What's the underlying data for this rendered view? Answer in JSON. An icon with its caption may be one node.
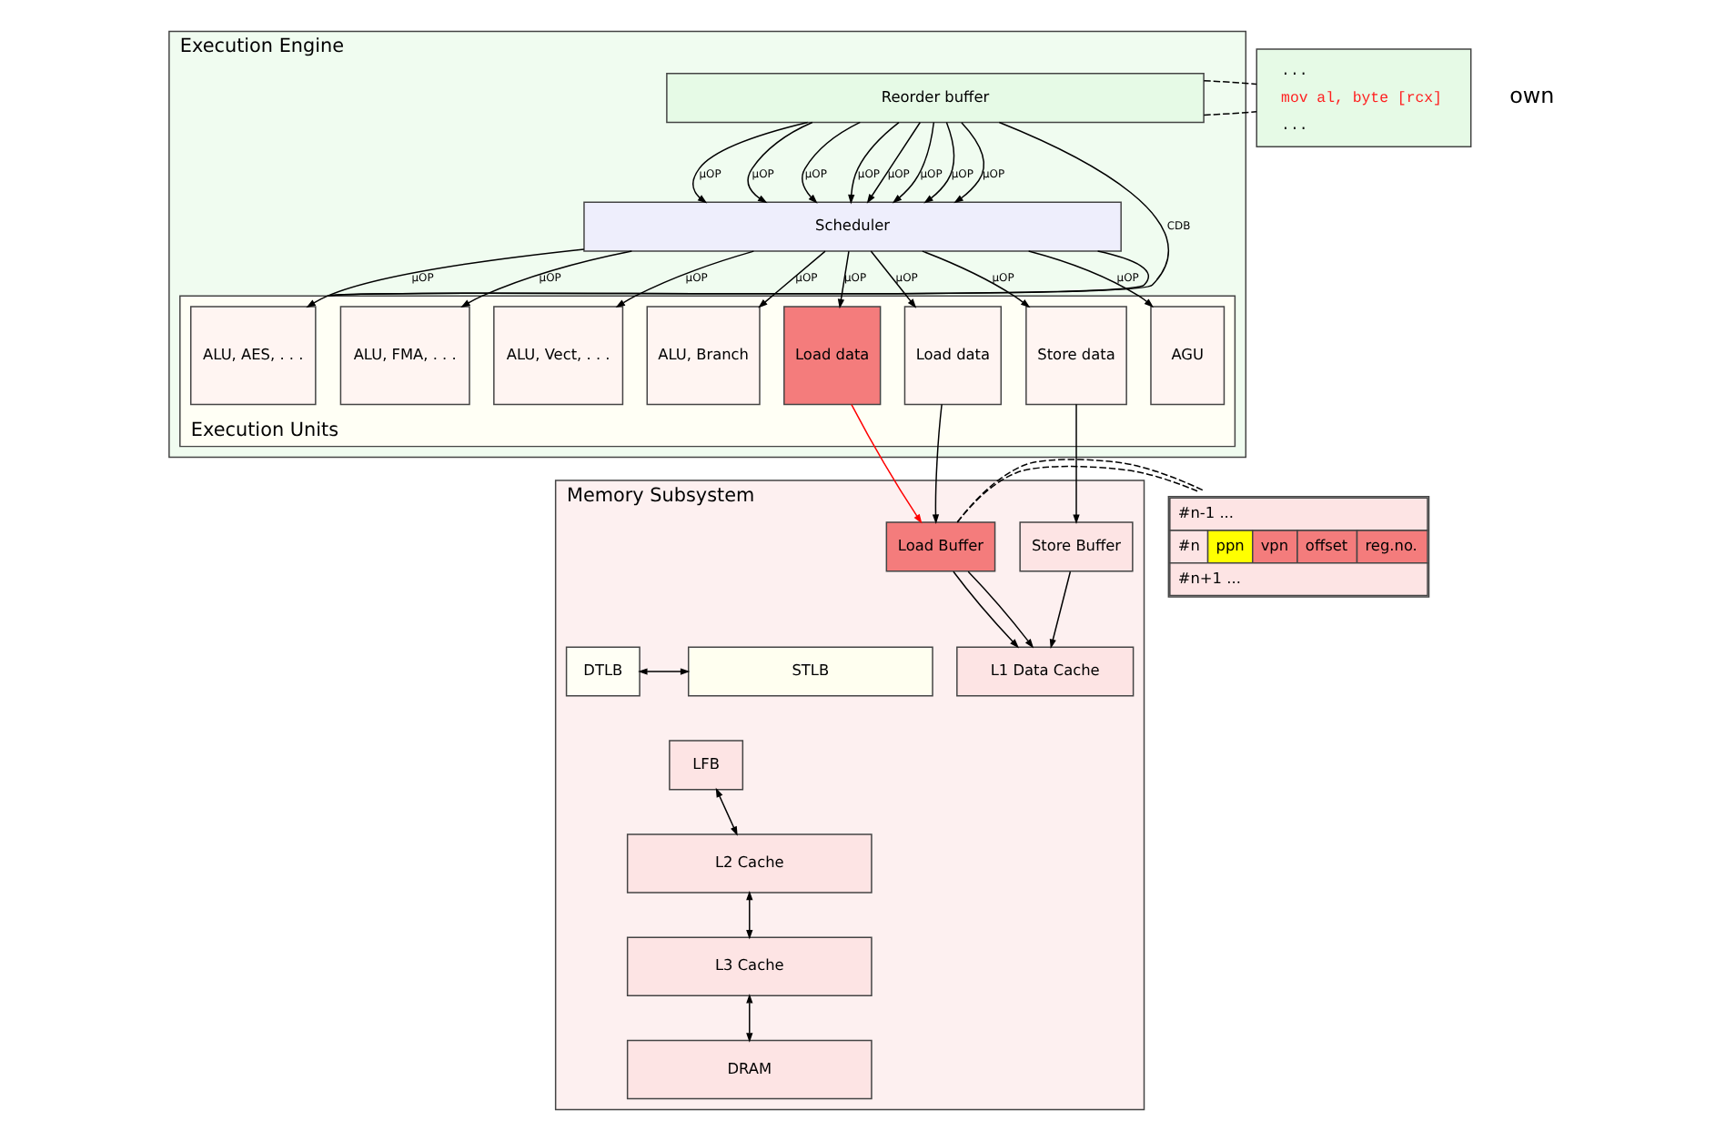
{
  "diagram": {
    "nodes": [
      {
        "text": [
          "Execution Engine"
        ]
      },
      {
        "text": [
          "Reorder buffer"
        ],
        "in": 0
      },
      {
        "text": [
          "Scheduler"
        ],
        "in": 0
      },
      {
        "text": [
          "Execution Units"
        ],
        "in": 0
      },
      {
        "text": [
          "ALU, AES, . . ."
        ],
        "in": 3
      },
      {
        "text": [
          "ALU, FMA, . . ."
        ],
        "in": 3
      },
      {
        "text": [
          "ALU, Vect, . . ."
        ],
        "in": 3
      },
      {
        "text": [
          "ALU, Branch"
        ],
        "in": 3
      },
      {
        "text": [
          "Load data"
        ],
        "in": 3
      },
      {
        "text": [
          "Load data"
        ],
        "in": 3
      },
      {
        "text": [
          "Store data"
        ],
        "in": 3
      },
      {
        "text": [
          "AGU"
        ],
        "in": 3
      },
      {
        "text": [
          "Memory Subsystem"
        ]
      },
      {
        "text": [
          "Load Buffer"
        ],
        "in": 12
      },
      {
        "text": [
          "Store Buffer"
        ],
        "in": 12
      },
      {
        "text": [
          "L1 Data Cache"
        ],
        "in": 12
      },
      {
        "text": [
          "DTLB"
        ],
        "in": 12
      },
      {
        "text": [
          "LFB"
        ],
        "in": 12
      },
      {
        "text": [
          "STLB"
        ],
        "in": 12
      },
      {
        "text": [
          "L2 Cache"
        ],
        "in": 12
      },
      {
        "text": [
          "L3 Cache"
        ],
        "in": 12
      },
      {
        "text": [
          "DRAM"
        ],
        "in": 12
      },
      {
        "text": [
          "...",
          "mov al, byte [rcx]",
          "..."
        ]
      },
      {
        "text": [
          "#n-1 ...",
          "#n",
          "ppn",
          "vpn",
          "offset",
          "reg.no.",
          "#n+1 ..."
        ]
      }
    ],
    "edges": [
      {
        "from": 3,
        "to": 1,
        "arrow": "none",
        "label": "CDB"
      },
      {
        "from": 3,
        "to": 2,
        "arrow": "none"
      },
      {
        "from": 1,
        "to": 2,
        "arrow": "to",
        "label": "μOP"
      },
      {
        "from": 1,
        "to": 2,
        "arrow": "to",
        "label": "μOP"
      },
      {
        "from": 1,
        "to": 2,
        "arrow": "to",
        "label": "μOP"
      },
      {
        "from": 1,
        "to": 2,
        "arrow": "to",
        "label": "μOP"
      },
      {
        "from": 1,
        "to": 2,
        "arrow": "to",
        "label": "μOP"
      },
      {
        "from": 1,
        "to": 2,
        "arrow": "to",
        "label": "μOP"
      },
      {
        "from": 1,
        "to": 2,
        "arrow": "to",
        "label": "μOP"
      },
      {
        "from": 1,
        "to": 2,
        "arrow": "to",
        "label": "μOP"
      },
      {
        "from": 2,
        "to": 4,
        "arrow": "to",
        "label": "μOP"
      },
      {
        "from": 2,
        "to": 5,
        "arrow": "to",
        "label": "μOP"
      },
      {
        "from": 2,
        "to": 6,
        "arrow": "to",
        "label": "μOP"
      },
      {
        "from": 2,
        "to": 7,
        "arrow": "to",
        "label": "μOP"
      },
      {
        "from": 2,
        "to": 8,
        "arrow": "to",
        "label": "μOP"
      },
      {
        "from": 2,
        "to": 9,
        "arrow": "to",
        "label": "μOP"
      },
      {
        "from": 2,
        "to": 10,
        "arrow": "to",
        "label": "μOP"
      },
      {
        "from": 2,
        "to": 11,
        "arrow": "to",
        "label": "μOP"
      },
      {
        "from": 8,
        "to": 13,
        "arrow": "to",
        "color": "#ff0000"
      },
      {
        "from": 9,
        "to": 13,
        "arrow": "to"
      },
      {
        "from": 10,
        "to": 14,
        "arrow": "to"
      },
      {
        "from": 13,
        "to": 15,
        "arrow": "to"
      },
      {
        "from": 13,
        "to": 15,
        "arrow": "to"
      },
      {
        "from": 14,
        "to": 15,
        "arrow": "to"
      },
      {
        "from": 16,
        "to": 18,
        "arrow": "both"
      },
      {
        "from": 17,
        "to": 19,
        "arrow": "both"
      },
      {
        "from": 19,
        "to": 20,
        "arrow": "both"
      },
      {
        "from": 20,
        "to": 21,
        "arrow": "both"
      },
      {
        "from": 1,
        "to": 22,
        "arrow": "none",
        "style": "dashed"
      },
      {
        "from": 1,
        "to": 22,
        "arrow": "none",
        "style": "dashed"
      },
      {
        "from": 13,
        "to": 23,
        "arrow": "none",
        "style": "dashed"
      },
      {
        "from": 13,
        "to": 23,
        "arrow": "none",
        "style": "dashed"
      }
    ],
    "labels": [
      "own"
    ]
  }
}
